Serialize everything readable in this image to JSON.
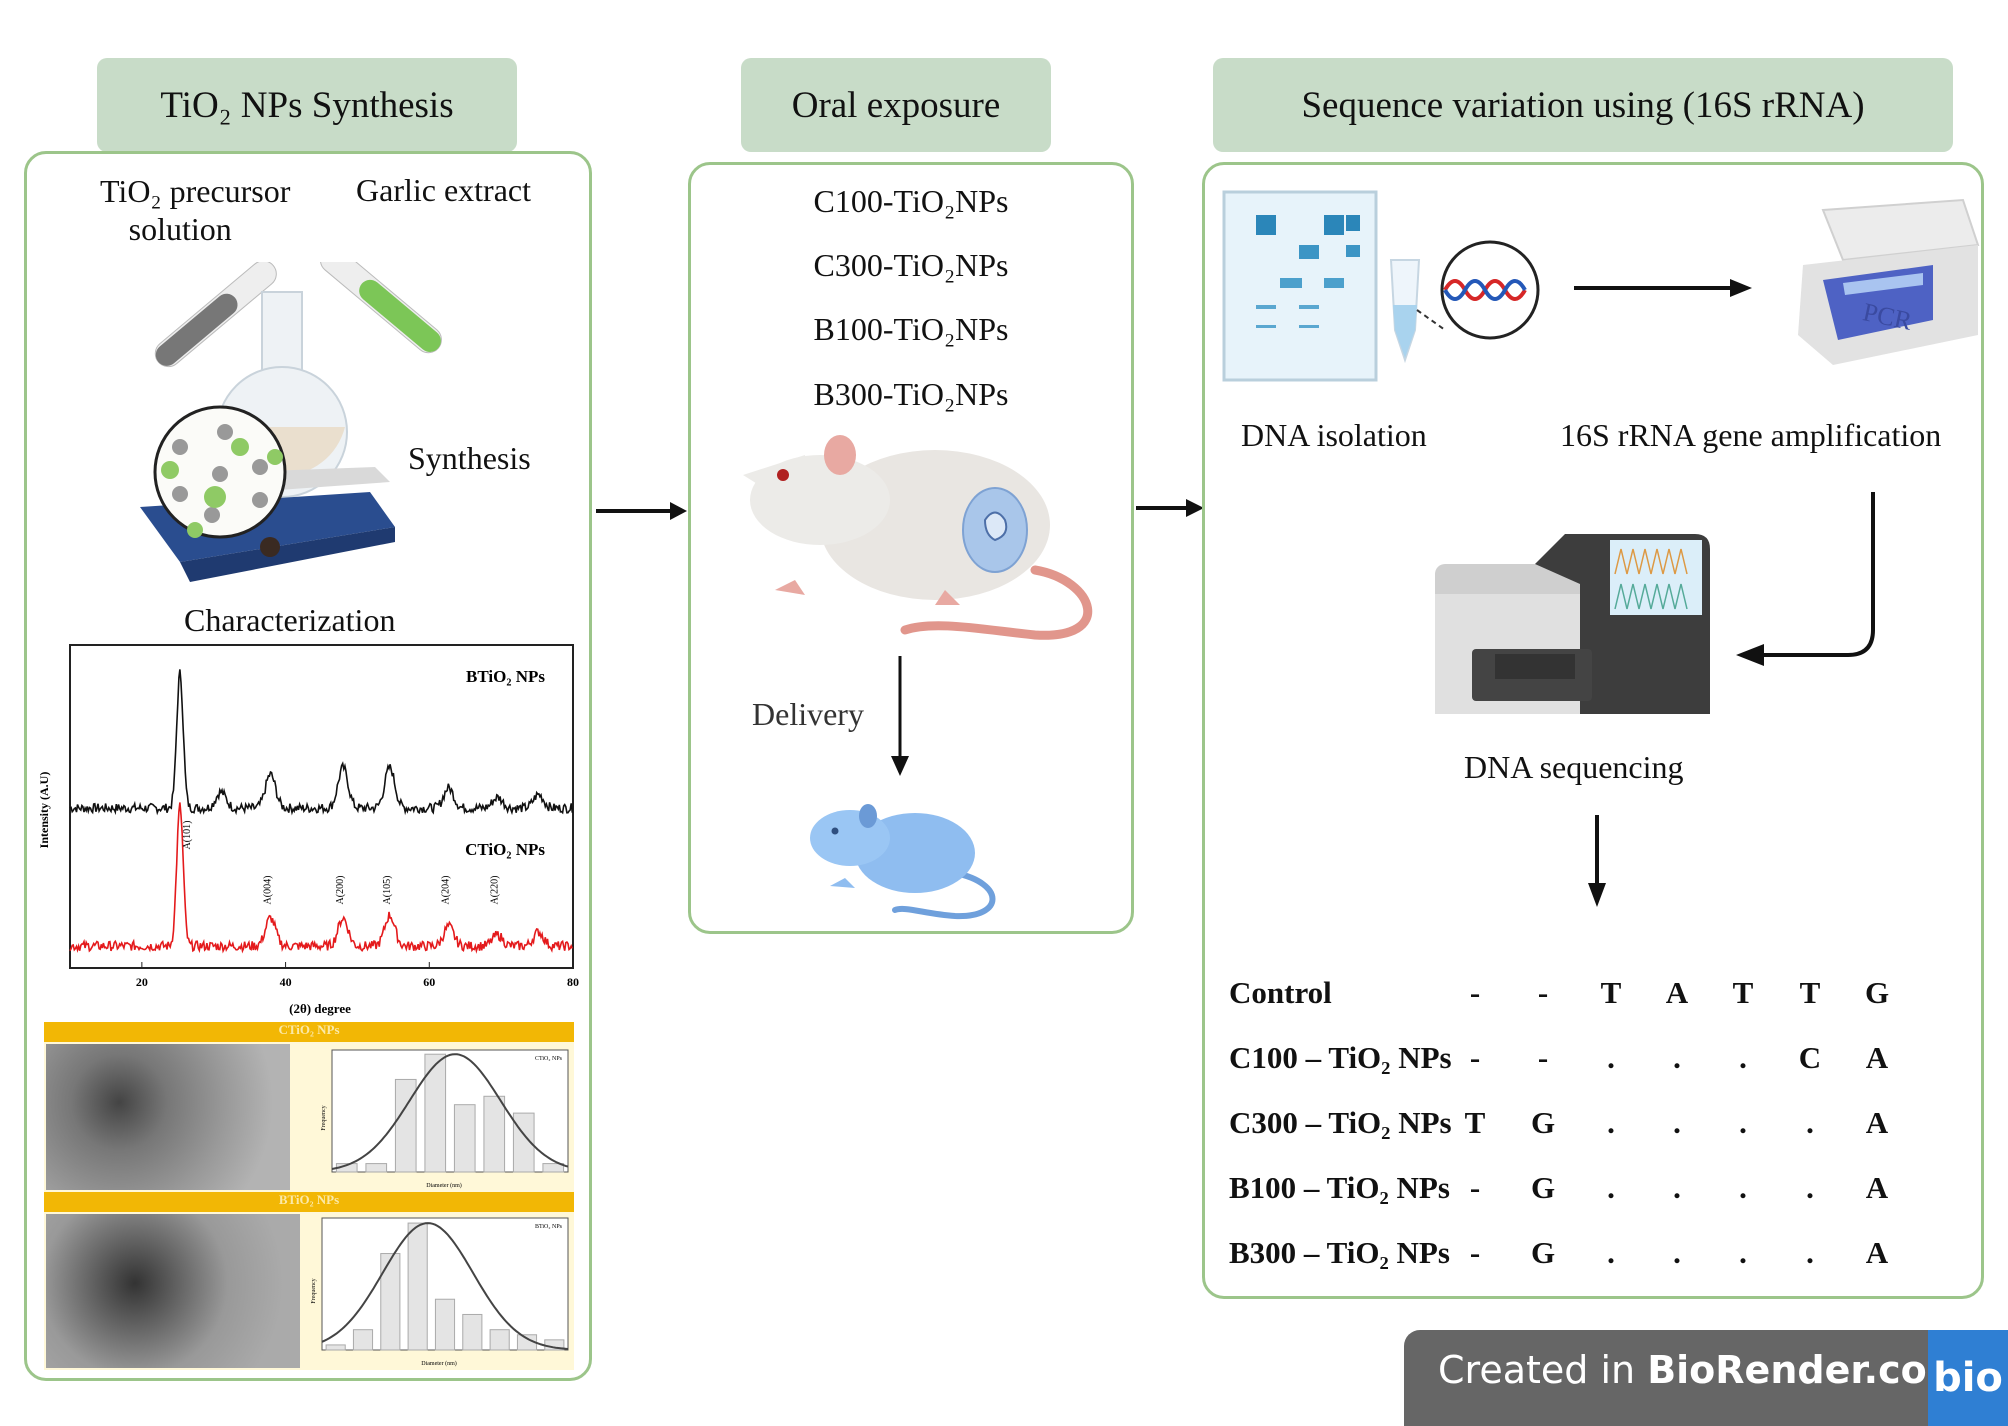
{
  "panels": {
    "synthesis": {
      "header": "TiO₂ NPs Synthesis",
      "precursor_label_line1": "TiO₂  precursor",
      "precursor_label_line2": "solution",
      "garlic_label": "Garlic extract",
      "synthesis_label": "Synthesis",
      "characterization_label": "Characterization"
    },
    "oral_exposure": {
      "header": "Oral exposure",
      "doses": [
        "C100-TiO₂NPs",
        "C300-TiO₂NPs",
        "B100-TiO₂NPs",
        "B300-TiO₂NPs"
      ],
      "delivery_label": "Delivery"
    },
    "sequencing": {
      "header": "Sequence variation using (16S rRNA)",
      "dna_isolation_label": "DNA isolation",
      "amplification_label": "16S rRNA gene amplification",
      "pcr_label": "PCR",
      "sequencing_label": "DNA sequencing",
      "table": {
        "rows": [
          {
            "name": "Control",
            "cells": [
              "-",
              "-",
              "T",
              "A",
              "T",
              "T",
              "G"
            ]
          },
          {
            "name": "C100 – TiO₂ NPs",
            "cells": [
              "-",
              "-",
              ".",
              ".",
              ".",
              "C",
              "A"
            ]
          },
          {
            "name": "C300 – TiO₂ NPs",
            "cells": [
              "T",
              "G",
              ".",
              ".",
              ".",
              ".",
              "A"
            ]
          },
          {
            "name": "B100 – TiO₂ NPs",
            "cells": [
              "-",
              "G",
              ".",
              ".",
              ".",
              ".",
              "A"
            ]
          },
          {
            "name": "B300 – TiO₂ NPs",
            "cells": [
              "-",
              "G",
              ".",
              ".",
              ".",
              ".",
              "A"
            ]
          }
        ]
      }
    }
  },
  "watermark": {
    "prefix": "Created in ",
    "brand": "BioRender.com",
    "logo": "bio"
  },
  "colors": {
    "header_bg": "#c8dcc8",
    "panel_border": "#9cc58a",
    "btio2_line": "#111111",
    "ctio2_line": "#e41a1c",
    "tem_banner": "#f2b705",
    "watermark_bg": "#666666",
    "watermark_logo_bg": "#2f7fd3"
  },
  "chart_data": [
    {
      "type": "line",
      "title": "",
      "xlabel": "(2θ) degree",
      "ylabel": "Intensity (A.U)",
      "xlim": [
        10,
        80
      ],
      "xticks": [
        20,
        40,
        60,
        80
      ],
      "series": [
        {
          "name": "BTiO₂ NPs",
          "color": "#111111",
          "peaks": [
            {
              "x": 25.3,
              "height": 1.0
            },
            {
              "x": 31,
              "height": 0.12
            },
            {
              "x": 37.9,
              "height": 0.25
            },
            {
              "x": 48.0,
              "height": 0.3
            },
            {
              "x": 54.5,
              "height": 0.3
            },
            {
              "x": 62.7,
              "height": 0.15
            },
            {
              "x": 69.5,
              "height": 0.08
            },
            {
              "x": 75.2,
              "height": 0.1
            }
          ]
        },
        {
          "name": "CTiO₂ NPs",
          "color": "#e41a1c",
          "peaks": [
            {
              "x": 25.3,
              "height": 1.0
            },
            {
              "x": 37.9,
              "height": 0.2
            },
            {
              "x": 48.0,
              "height": 0.2
            },
            {
              "x": 54.5,
              "height": 0.22
            },
            {
              "x": 62.7,
              "height": 0.14
            },
            {
              "x": 69.5,
              "height": 0.08
            },
            {
              "x": 75.2,
              "height": 0.1
            }
          ]
        }
      ],
      "annotations": [
        "A(101)",
        "A(004)",
        "A(200)",
        "A(105)",
        "A(204)",
        "A(220)"
      ],
      "annotation_x": [
        25.3,
        37.9,
        48.0,
        54.5,
        62.7,
        69.5
      ],
      "legend": [
        "BTiO₂ NPs",
        "CTiO₂ NPs"
      ]
    },
    {
      "type": "bar",
      "title": "CTiO₂ NPs",
      "xlabel": "Diameter (nm)",
      "ylabel": "Frequency",
      "values": [
        1,
        1,
        11,
        14,
        8,
        9,
        7,
        1
      ],
      "fit": "normal",
      "ylim": [
        0,
        14.5
      ]
    },
    {
      "type": "bar",
      "title": "BTiO₂ NPs",
      "xlabel": "Diameter (nm)",
      "ylabel": "Frequency",
      "values": [
        1,
        4,
        19,
        25,
        10,
        7,
        4,
        3,
        2
      ],
      "fit": "normal",
      "ylim": [
        0,
        26
      ]
    }
  ]
}
